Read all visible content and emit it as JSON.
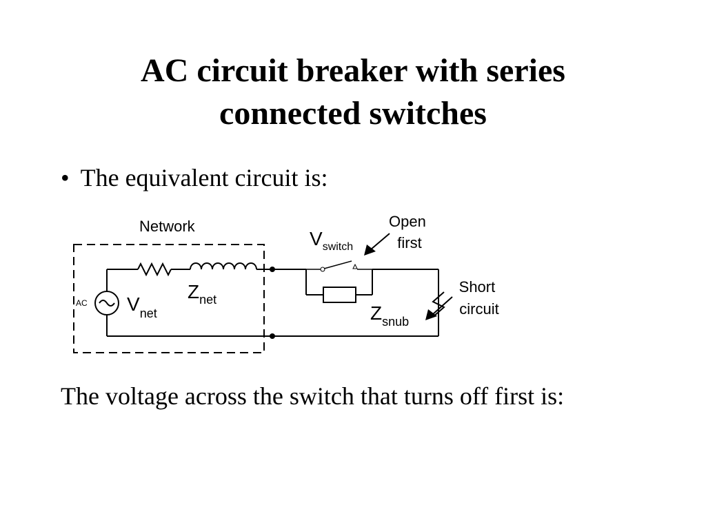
{
  "slide": {
    "title_line1": "AC circuit breaker with series",
    "title_line2": "connected switches",
    "bullet_symbol": "•",
    "bullet_text": "The equivalent circuit is:",
    "body_text": "The voltage across the switch that turns off first is:"
  },
  "diagram": {
    "network_label": "Network",
    "ac_label": "AC",
    "v_net_main": "V",
    "v_net_sub": "net",
    "z_net_main": "Z",
    "z_net_sub": "net",
    "v_switch_main": "V",
    "v_switch_sub": "switch",
    "open_first_line1": "Open",
    "open_first_line2": "first",
    "z_snub_main": "Z",
    "z_snub_sub": "snub",
    "short_circuit_line1": "Short",
    "short_circuit_line2": "circuit"
  }
}
